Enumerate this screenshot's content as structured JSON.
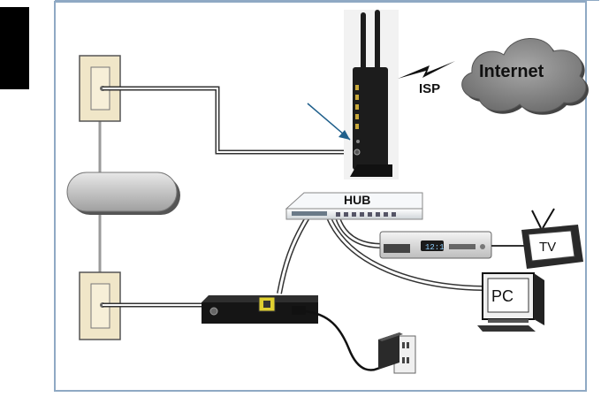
{
  "diagram": {
    "labels": {
      "internet": "Internet",
      "isp": "ISP",
      "hub": "HUB",
      "tv": "TV",
      "pc": "PC",
      "cable_box_display": "12:1"
    },
    "colors": {
      "frame": "#8fa9c4",
      "cable_outer": "#333333",
      "cable_inner": "#ffffff",
      "wall_plate": "#f0e6c8",
      "cloud": "#888888",
      "arrow": "#1f5f8b"
    }
  }
}
